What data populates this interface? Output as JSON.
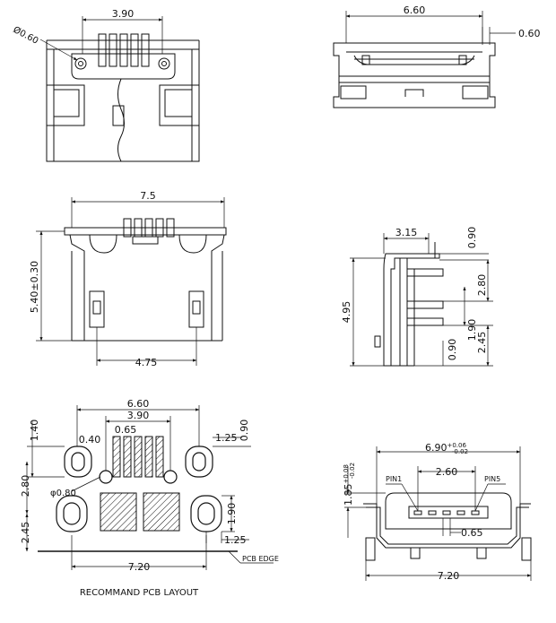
{
  "views": {
    "top_view": {
      "d_hole": "Ø0.60",
      "w_390": "3.90"
    },
    "front_view": {
      "w_660": "6.60",
      "d_060": "0.60"
    },
    "bottom_view": {
      "w_75": "7.5",
      "h_540": "5.40±0.30",
      "w_475": "4.75"
    },
    "side_view": {
      "w_315": "3.15",
      "d_090a": "0.90",
      "d_280": "2.80",
      "h_495": "4.95",
      "d_190": "1.90",
      "d_245": "2.45",
      "d_090b": "0.90"
    },
    "pcb_layout": {
      "w_660": "6.60",
      "w_390": "3.90",
      "w_065": "0.65",
      "w_040": "0.40",
      "h_140": "1.40",
      "w_125a": "1.25",
      "d_090": "0.90",
      "h_280": "2.80",
      "d_080": "φ0.80",
      "h_245": "2.45",
      "h_190": "1.90",
      "w_125b": "1.25",
      "w_720": "7.20",
      "pcb_edge": "PCB EDGE",
      "title": "RECOMMAND PCB LAYOUT"
    },
    "end_view": {
      "w_690_base": "6.90",
      "w_690_tol_up": "+0.06",
      "w_690_tol_dn": "-0.02",
      "h_185_base": "1.85",
      "h_185_tol_up": "+0.08",
      "h_185_tol_dn": "-0.02",
      "pin1": "PIN1",
      "w_260": "2.60",
      "pin5": "PIN5",
      "w_065": "0.65",
      "w_720": "7.20"
    }
  }
}
